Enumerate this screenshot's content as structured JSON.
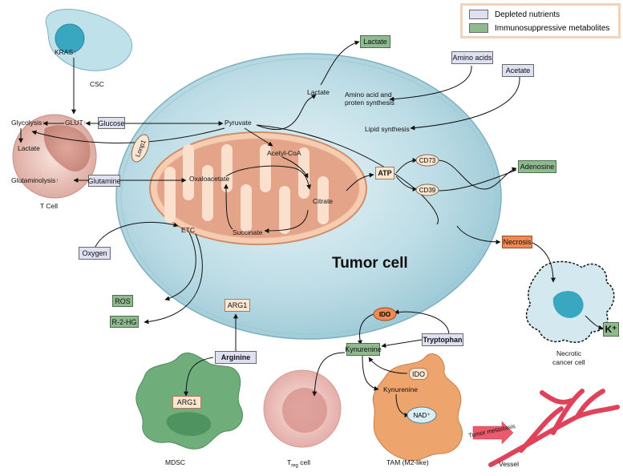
{
  "legend": {
    "depleted": "Depleted nutrients",
    "immuno": "Immunosuppressive metabolites"
  },
  "colors": {
    "tumor": "#bfdde6",
    "mito": "#f6c6a8",
    "tcell": "#eac3bb",
    "mdsc": "#6fae7b",
    "tam": "#eea46d",
    "depleted": "#dfe0f2",
    "immuno": "#8fb98f"
  },
  "cells": {
    "tumor": "Tumor cell",
    "csc": "CSC",
    "tcell": "T Cell",
    "mdsc": "MDSC",
    "treg_main": "T",
    "treg_sub": "reg",
    "treg_rest": " cell",
    "tam": "TAM (M2-like)",
    "vessel": "Vessel",
    "necrotic_1": "Necrotic",
    "necrotic_2": "cancer cell"
  },
  "boxes": {
    "lactate_top": "Lactate",
    "amino_acids": "Amino acids",
    "acetate": "Acetate",
    "glucose": "Glucose",
    "glutamine": "Glutamine",
    "atp": "ATP",
    "adenosine": "Adenosine",
    "oxygen": "Oxygen",
    "ros": "ROS",
    "r2hg": "R-2-HG",
    "arg1_top": "ARG1",
    "arginine": "Arginine",
    "arg1_mdsc": "ARG1",
    "necrosis": "Necrosis",
    "ido_top": "IDO",
    "kynurenine_box": "Kynurenine",
    "tryptophan": "Tryptophan",
    "ido_tam": "IDO",
    "k_ion": "K⁺"
  },
  "labels": {
    "kras": "KRAS",
    "glycolysis": "Glycolysis",
    "glut": "GLUT",
    "lactate_t": "Lactate",
    "glutaminolysis": "Glutaminolysis",
    "lonp1": "Lonp1",
    "pyruvate": "Pyruvate",
    "lactate_mid": "Lactate",
    "amino_synth_1": "Amino acid and",
    "amino_synth_2": "proten synthesis",
    "lipid": "Lipid synthesis",
    "acetyl": "Acetyl-CoA",
    "oxaloacetate": "Oxaloacetate",
    "citrate": "Citrate",
    "succinate": "Succinate",
    "etc": "ETC",
    "cd73": "CD73",
    "cd39": "CD39",
    "kynurenine_tam": "Kynurenine",
    "nad": "NAD⁺",
    "tumor_meta": "Tumor metastasis",
    "up_arrow": "↑"
  }
}
